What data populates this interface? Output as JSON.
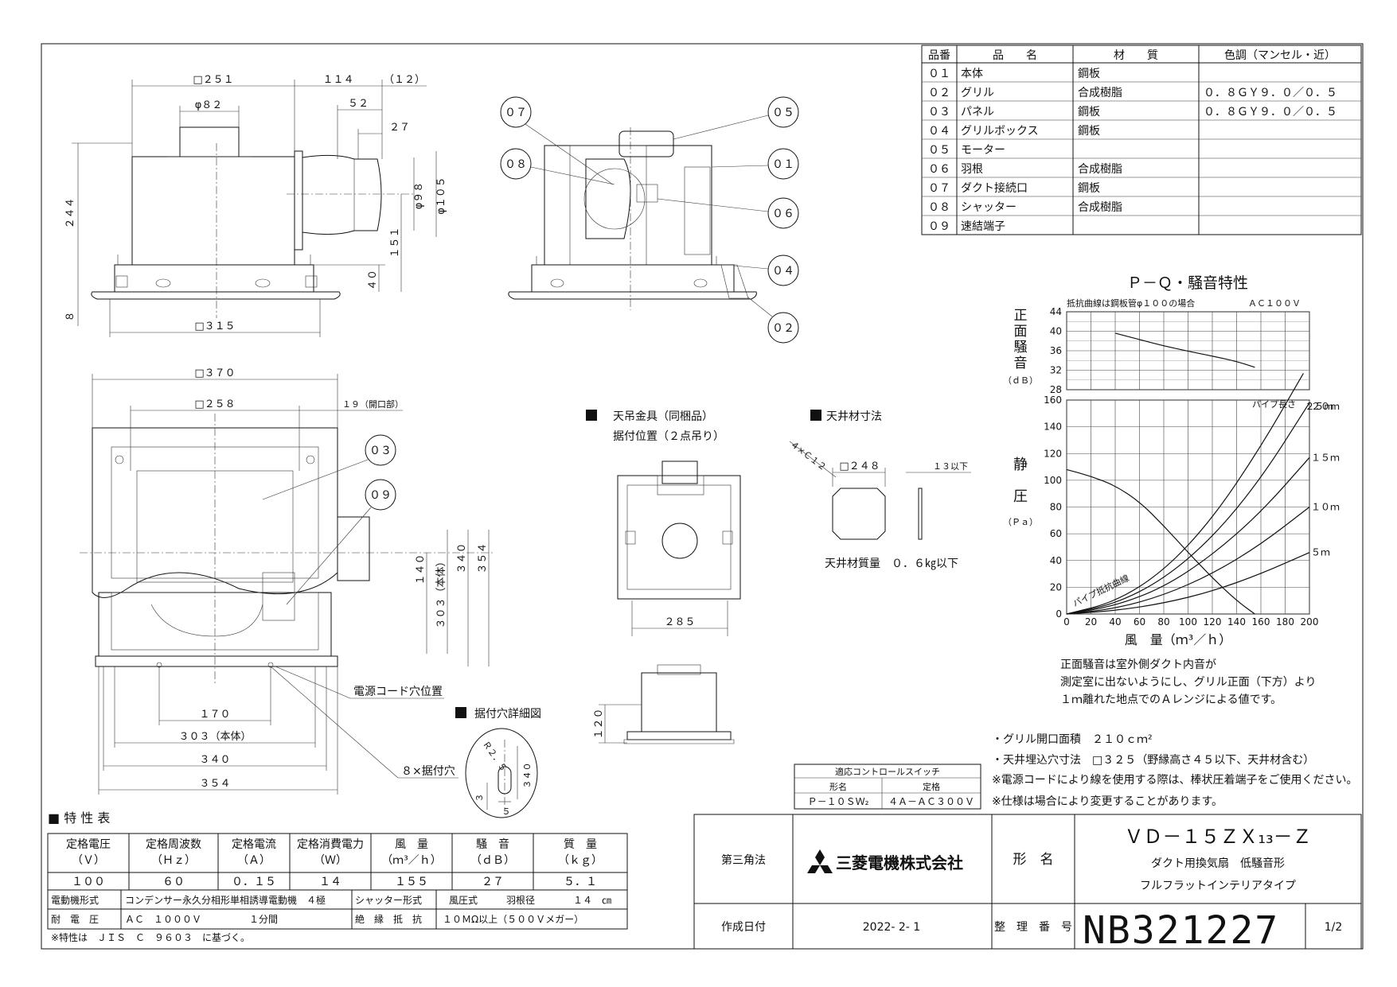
{
  "parts_table": {
    "headers": [
      "品番",
      "品　　名",
      "材　　質",
      "色調（マンセル・近）"
    ],
    "rows": [
      [
        "０１",
        "本体",
        "鋼板",
        ""
      ],
      [
        "０２",
        "グリル",
        "合成樹脂",
        "０．８ＧＹ９．０／０．５"
      ],
      [
        "０３",
        "パネル",
        "鋼板",
        "０．８ＧＹ９．０／０．５"
      ],
      [
        "０４",
        "グリルボックス",
        "鋼板",
        ""
      ],
      [
        "０５",
        "モーター",
        "",
        ""
      ],
      [
        "０６",
        "羽根",
        "合成樹脂",
        ""
      ],
      [
        "０７",
        "ダクト接続口",
        "鋼板",
        ""
      ],
      [
        "０８",
        "シャッター",
        "合成樹脂",
        ""
      ],
      [
        "０９",
        "速結端子",
        "",
        ""
      ]
    ]
  },
  "side_view_dims": {
    "w251": "□２５１",
    "w114": "１１４",
    "w12": "（１２）",
    "d82": "φ８２",
    "w52": "５２",
    "w27": "２７",
    "d98": "φ９８",
    "d105": "φ１０５",
    "h244": "２４４",
    "h151": "１５１",
    "h40": "４０",
    "h8": "８",
    "w315": "□３１５"
  },
  "section_callouts": [
    "０７",
    "０５",
    "０８",
    "０１",
    "０６",
    "０４",
    "０２"
  ],
  "plan_dims": {
    "w370": "□３７０",
    "w258": "□２５８",
    "opening": "１９（開口部）",
    "h140": "１４０",
    "h303": "３０３（本体）",
    "h340": "３４０",
    "h354": "３５４",
    "w170": "１７０",
    "w303": "３０３（本体）",
    "w340": "３４０",
    "w354": "３５４"
  },
  "plan_callouts": [
    "０３",
    "０９"
  ],
  "plan_labels": {
    "power_cord": "電源コード穴位置",
    "mount_holes": "８×据付穴"
  },
  "hanger": {
    "title": "天吊金具（同梱品）",
    "subtitle": "据付位置（２点吊り）",
    "w285": "２８５",
    "h120": "１２０"
  },
  "ceiling": {
    "title": "天井材寸法",
    "chamfer": "４×Ｃ１２",
    "w248": "□２４８",
    "t13": "１３以下",
    "mass": "天井材質量　０．６㎏以下"
  },
  "mount_detail": {
    "title": "据付穴詳細図",
    "r": "Ｒ２．５",
    "h340": "３４０",
    "a": "３",
    "b": "５"
  },
  "pq_chart": {
    "title": "Ｐ－Ｑ・騒音特性",
    "noise_note": "抵抗曲線は鋼板管φ１００の場合",
    "voltage": "ＡＣ１００Ｖ",
    "noise_ylabel": [
      "正",
      "面",
      "騒",
      "音"
    ],
    "noise_yunit": "（ｄＢ）",
    "pressure_ylabel": [
      "静",
      "圧"
    ],
    "pressure_yunit": "（Ｐａ）",
    "xlabel": "風　量（ｍ³／ｈ）",
    "pipe_length_label": "パイプ長さ",
    "pipe_resistance_label": "パイプ抵抗曲線"
  },
  "chart_data": {
    "type": "line",
    "title": "Ｐ－Ｑ・騒音特性",
    "xlabel": "風　量（ｍ³／ｈ）",
    "x_ticks": [
      "0",
      "20",
      "40",
      "60",
      "80",
      "100",
      "120",
      "140",
      "160",
      "180",
      "200"
    ],
    "xlim": [
      0,
      200
    ],
    "noise_axis": {
      "ylabel": "正面騒音（ｄＢ）",
      "ylim": [
        28,
        44
      ],
      "ticks": [
        "28",
        "32",
        "36",
        "40",
        "44"
      ]
    },
    "pressure_axis": {
      "ylabel": "静圧（Ｐａ）",
      "ylim": [
        0,
        160
      ],
      "ticks": [
        "0",
        "20",
        "40",
        "60",
        "80",
        "100",
        "120",
        "140",
        "160"
      ]
    },
    "series": [
      {
        "axis": "noise",
        "x": [
          40,
          60,
          80,
          100,
          120,
          140,
          155
        ],
        "y": [
          39.6,
          38.3,
          37.0,
          35.9,
          34.9,
          33.8,
          32.6
        ]
      },
      {
        "axis": "pressure",
        "x": [
          0,
          20,
          40,
          60,
          80,
          100,
          120,
          140,
          155
        ],
        "y": [
          108,
          103,
          96,
          84,
          66,
          46,
          27,
          10,
          0
        ]
      },
      {
        "name": "５ｍ",
        "axis": "pressure",
        "x": [
          0,
          40,
          80,
          120,
          160,
          200
        ],
        "y": [
          0,
          2.5,
          8,
          17,
          30,
          46
        ]
      },
      {
        "name": "１０ｍ",
        "axis": "pressure",
        "x": [
          0,
          40,
          80,
          120,
          160,
          200
        ],
        "y": [
          0,
          4,
          14,
          30,
          52,
          80
        ]
      },
      {
        "name": "１５ｍ",
        "axis": "pressure",
        "x": [
          0,
          40,
          80,
          120,
          160,
          200
        ],
        "y": [
          0,
          6,
          20,
          44,
          76,
          117
        ]
      },
      {
        "name": "２０ｍ",
        "axis": "pressure",
        "x": [
          0,
          40,
          80,
          120,
          160,
          200
        ],
        "y": [
          0,
          7.5,
          26,
          57,
          101,
          158
        ]
      },
      {
        "name": "２５ｍ",
        "axis": "pressure",
        "x": [
          0,
          40,
          80,
          120,
          160,
          195
        ],
        "y": [
          0,
          9,
          32,
          71,
          125,
          180
        ]
      }
    ]
  },
  "noise_notes": [
    "正面騒音は室外側ダクト内音が",
    "測定室に出ないようにし、グリル正面（下方）より",
    "１ｍ離れた地点でのＡレンジによる値です。"
  ],
  "spec_notes": [
    "・グリル開口面積　２１０ｃｍ²",
    "・天井埋込穴寸法　□３２５（野縁高さ４５以下、天井材含む）",
    "※電源コードにより線を使用する際は、棒状圧着端子をご使用ください。",
    "※仕様は場合により変更することがあります。"
  ],
  "control_switch": {
    "title": "適応コントロールスイッチ",
    "headers": [
      "形名",
      "定格"
    ],
    "row": [
      "Ｐ－１０ＳＷ₂",
      "４Ａ－ＡＣ３００Ｖ"
    ]
  },
  "characteristics": {
    "title": "■ 特 性 表",
    "headers": [
      [
        "定格電圧",
        "（Ｖ）"
      ],
      [
        "定格周波数",
        "（Ｈｚ）"
      ],
      [
        "定格電流",
        "（Ａ）"
      ],
      [
        "定格消費電力",
        "（Ｗ）"
      ],
      [
        "風　量",
        "（ｍ³／ｈ）"
      ],
      [
        "騒　音",
        "（ｄＢ）"
      ],
      [
        "質　量",
        "（ｋｇ）"
      ]
    ],
    "values": [
      "１００",
      "６０",
      "０．１５",
      "１４",
      "１５５",
      "２７",
      "５．１"
    ],
    "motor_label": "電動機形式",
    "motor_value": "コンデンサー永久分相形単相誘導電動機　４極",
    "shutter_label": "シャッター形式",
    "shutter_value": "風圧式",
    "blade_label": "羽根径",
    "blade_value": "１４　㎝",
    "voltage_label": "耐　電　圧",
    "voltage_value": "ＡＣ　１０００Ｖ　　　　　１分間",
    "insulation_label": "絶　縁　抵　抗",
    "insulation_value": "１０ＭΩ以上（５００Ｖメガー）",
    "footnote": "※特性は　ＪＩＳ　Ｃ　９６０３　に基づく。"
  },
  "title_block": {
    "projection": "第三角法",
    "company": "三菱電機株式会社",
    "model_label": "形　名",
    "model": "ＶＤ－１５ＺＸ₁₃－Ｚ",
    "desc1": "ダクト用換気扇　低騒音形",
    "desc2": "フルフラットインテリアタイプ",
    "date_label": "作成日付",
    "date": "2022- 2- 1",
    "number_label": "整　理　番　号",
    "number": "NB321227",
    "page": "1/2"
  }
}
